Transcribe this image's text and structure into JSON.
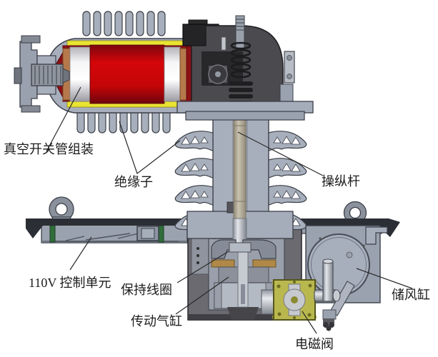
{
  "diagram": {
    "type": "technical-cutaway-diagram",
    "labels": {
      "vacuum_tube": "真空开关管组装",
      "insulator": "绝缘子",
      "operating_rod": "操纵杆",
      "control_unit": "110V 控制单元",
      "holding_coil": "保持线圈",
      "drive_cylinder": "传动气缸",
      "solenoid_valve": "电磁阀",
      "air_reservoir": "储风缸"
    },
    "colors": {
      "background": "#ffffff",
      "housing_gray": "#a8afbc",
      "dark_housing": "#4b4b4f",
      "red_bright": "#c40508",
      "red_dark": "#8c1016",
      "yellow_liner": "#e9e431",
      "copper": "#b5794c",
      "ceramic_white": "#f2f2f2",
      "rod_tan": "#b3ab99",
      "plate_gray": "#9aa2af",
      "green_strip": "#2f6d3a",
      "block_dark": "#6a6a70",
      "brass": "#b08948",
      "valve_olive": "#b9b84e",
      "leader_line": "#2a2a2a"
    }
  }
}
